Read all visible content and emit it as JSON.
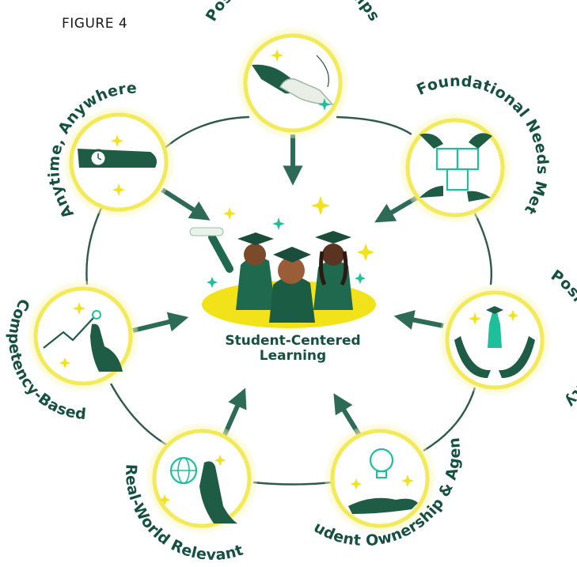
{
  "figure_label": "FIGURE 4",
  "center": {
    "line1": "Student-Centered",
    "line2": "Learning"
  },
  "nodes": [
    {
      "label": "Positive Relationships",
      "icon": "handshake-icon"
    },
    {
      "label": "Foundational Needs Met",
      "icon": "puzzle-hands-icon"
    },
    {
      "label": "Positive Identity",
      "icon": "graduate-in-hands-icon"
    },
    {
      "label": "Student Ownership & Agency",
      "icon": "lightbulb-hand-icon"
    },
    {
      "label": "Real-World Relevant",
      "icon": "globe-hand-icon"
    },
    {
      "label": "Competency-Based",
      "icon": "rising-line-hand-icon"
    },
    {
      "label": "Anytime, Anywhere",
      "icon": "wristwatch-icon"
    }
  ],
  "colors": {
    "green": "#16503f",
    "ring": "#f3ef8a",
    "yellow": "#f2e21a",
    "teal": "#1fbf9c",
    "arrow": "#2d6b57"
  }
}
